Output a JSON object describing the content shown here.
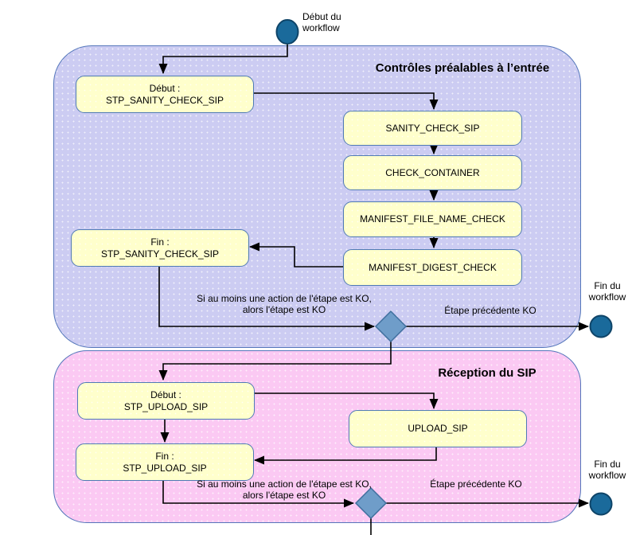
{
  "diagram": {
    "start": {
      "label": "Début du\nworkflow"
    },
    "groups": [
      {
        "title": "Contrôles préalables à l’entrée"
      },
      {
        "title": "Réception du SIP"
      }
    ],
    "boxes": {
      "debut_sanity": "Début :\nSTP_SANITY_CHECK_SIP",
      "sanity_check_sip": "SANITY_CHECK_SIP",
      "check_container": "CHECK_CONTAINER",
      "manifest_file_name_check": "MANIFEST_FILE_NAME_CHECK",
      "manifest_digest_check": "MANIFEST_DIGEST_CHECK",
      "fin_sanity": "Fin :\nSTP_SANITY_CHECK_SIP",
      "debut_upload": "Début :\nSTP_UPLOAD_SIP",
      "upload_sip": "UPLOAD_SIP",
      "fin_upload": "Fin :\nSTP_UPLOAD_SIP"
    },
    "edge_labels": {
      "ko_condition_1": "Si au moins une action de l'étape est KO,\nalors l'étape est KO",
      "etape_precedente_ko_1": "Étape précédente KO",
      "ko_condition_2": "Si au moins une action de l'étape est KO,\nalors l'étape est KO",
      "etape_precedente_ko_2": "Étape précédente KO"
    },
    "ends": [
      {
        "label": "Fin du\nworkflow"
      },
      {
        "label": "Fin du\nworkflow"
      }
    ],
    "colors": {
      "group1_fill": "#ccccf2",
      "group2_fill": "#fbc9f3",
      "box_fill": "#ffffcc",
      "box_border": "#4f7ab5",
      "group_border": "#5577bb",
      "node_fill": "#1a6a9b",
      "node_border": "#0e4468",
      "diamond_fill": "#6f9dc9",
      "diamond_border": "#3f6f9e"
    }
  }
}
